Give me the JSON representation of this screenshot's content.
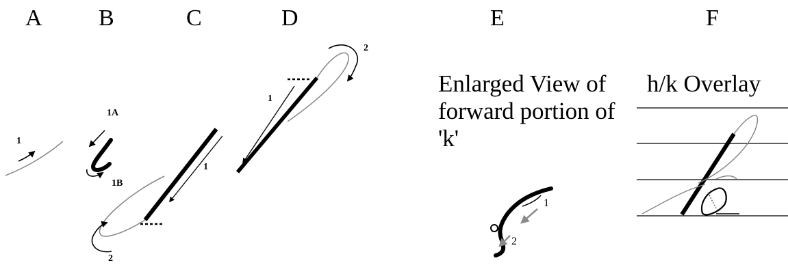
{
  "panels": {
    "a": {
      "letter": "A",
      "step_1": "1"
    },
    "b": {
      "letter": "B",
      "step_1a": "1A",
      "step_1b": "1B"
    },
    "c": {
      "letter": "C",
      "step_1": "1",
      "step_2": "2"
    },
    "d": {
      "letter": "D",
      "step_1": "1",
      "step_2": "2"
    },
    "e": {
      "letter": "E",
      "title": "Enlarged View of forward portion of 'k'",
      "step_1": "1",
      "step_2": "2"
    },
    "f": {
      "letter": "F",
      "title": "h/k Overlay"
    }
  },
  "colors": {
    "stroke": "#000000",
    "thin_stroke": "#888888",
    "arrow_gray": "#8a8a8a",
    "ruling": "#000000"
  }
}
